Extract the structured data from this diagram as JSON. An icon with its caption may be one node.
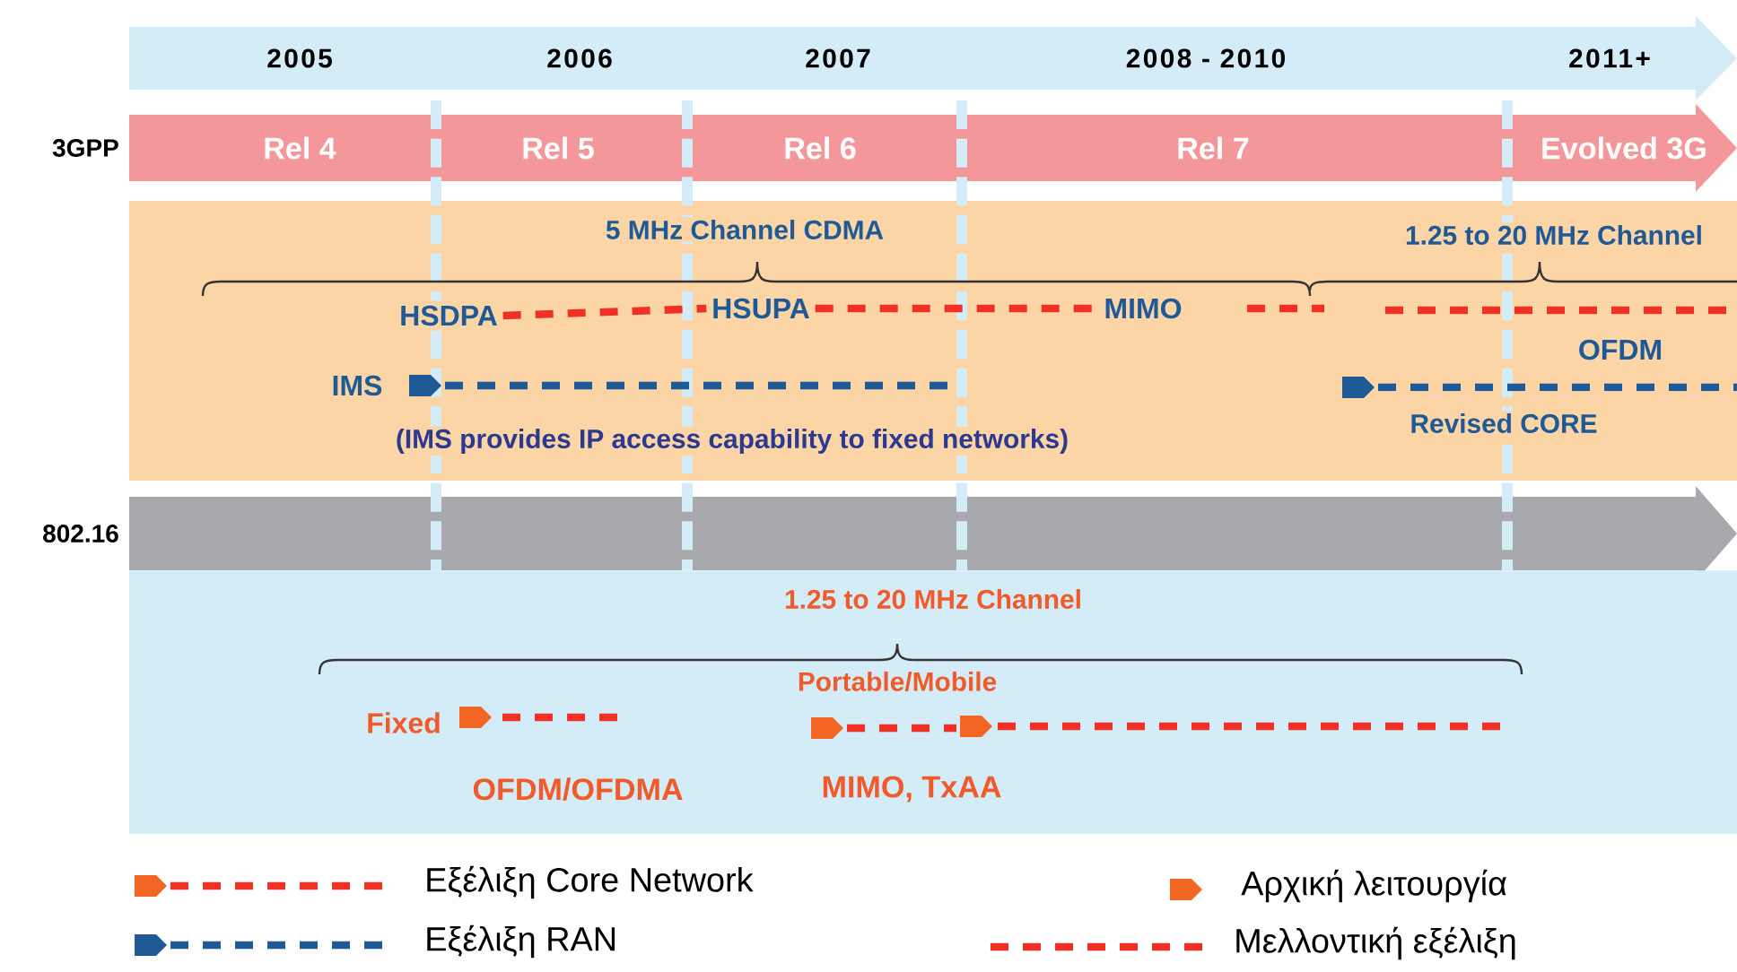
{
  "diagram": {
    "nodes": [
      {
        "text": [
          "2005",
          "2006",
          "2007",
          "2008 - 2010",
          "2011+"
        ]
      },
      {
        "text": [
          "Rel 4",
          "Rel 5",
          "Rel 6",
          "Rel 7",
          "Evolved 3G"
        ],
        "beside": [
          "3GPP"
        ]
      },
      {
        "text": [
          "5 MHz Channel CDMA",
          "1.25 to 20 MHz Channel",
          "(IMS provides IP access capability to fixed networks)",
          "OFDM",
          "Revised CORE"
        ]
      },
      {
        "text": [
          "HSDPA"
        ],
        "in": 2
      },
      {
        "text": [
          "HSUPA"
        ],
        "in": 2
      },
      {
        "text": [
          "MIMO"
        ],
        "in": 2
      },
      {
        "text": [
          "IMS"
        ],
        "in": 2
      },
      {
        "text": [],
        "shape": "bar",
        "beside": [
          "802.16"
        ]
      },
      {
        "text": [
          "1.25 to 20 MHz Channel",
          "Portable/Mobile",
          "OFDM/OFDMA",
          "MIMO, TxAA"
        ]
      },
      {
        "text": [
          "Fixed"
        ],
        "in": 8
      }
    ],
    "edges": [
      {
        "from": 3,
        "to": 4,
        "arrow": "none",
        "style": "dashed"
      },
      {
        "from": 4,
        "to": 5,
        "arrow": "none",
        "style": "dashed"
      }
    ],
    "legend": [
      {
        "text": "Εξέλιξη Core Network"
      },
      {
        "text": "Αρχική λειτουργία"
      },
      {
        "text": "Εξέλιξη RAN"
      },
      {
        "text": "Μελλοντική εξέλιξη"
      }
    ]
  }
}
